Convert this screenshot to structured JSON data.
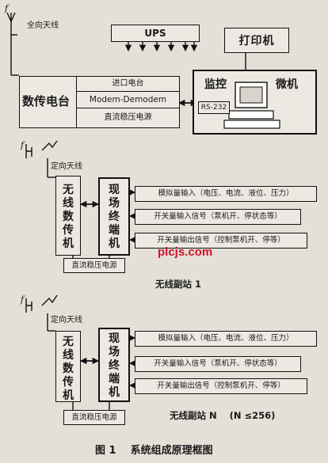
{
  "top": {
    "omni_antenna": "全向天线",
    "ups": "UPS",
    "printer": "打印机",
    "central_radio": "数传电台",
    "io_port": "进口电台",
    "modem": "Modem-Demodem",
    "dc_power": "直流稳压电源",
    "monitor_label_1": "监控",
    "monitor_label_2": "微机",
    "rs232": "RS-232"
  },
  "stations": [
    {
      "f_label": "f",
      "antenna": "定向天线",
      "radio": "无线数传机",
      "terminal": "现场终端机",
      "inputs": [
        "模拟量输入（电压、电流、液位、压力）",
        "开关量输入信号（泵机开、停状态等）",
        "开关量输出信号（控制泵机开、停等）"
      ],
      "power": "直流稳压电源",
      "caption": "无线副站 1"
    },
    {
      "f_label": "f",
      "antenna": "定向天线",
      "radio": "无线数传机",
      "terminal": "现场终端机",
      "inputs": [
        "模拟量输入（电压、电流、液位、压力）",
        "开关量输入信号（泵机开、停状态等）",
        "开关量输出信号（控制泵机开、停等）"
      ],
      "power": "直流稳压电源",
      "caption": "无线副站 N    (N ≤256)"
    }
  ],
  "watermark": "plcjs.com",
  "figure_caption": "图 1    系统组成原理框图",
  "colors": {
    "watermark": "#d0102a",
    "line": "#111111"
  }
}
